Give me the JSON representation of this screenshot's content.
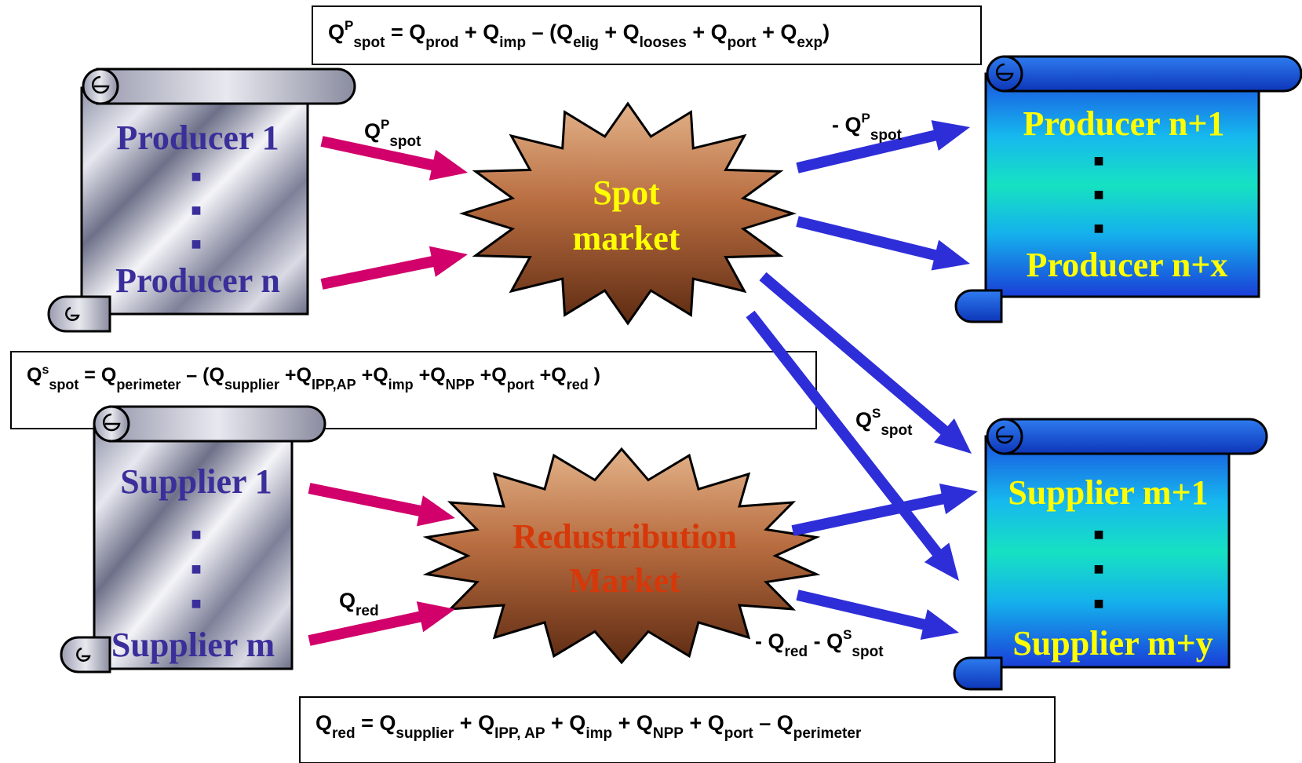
{
  "colors": {
    "push_arrow": "#d1006a",
    "flow_arrow": "#2e2ed8",
    "producer_label": "#3a2f9a",
    "buyer_label": "#ffff00",
    "spot_label": "#ffff00",
    "redist_label": "#d6380a"
  },
  "icons": {
    "scroll": "scroll-shape",
    "burst": "starburst-shape",
    "arrow": "block-arrow"
  },
  "formulas": {
    "top": {
      "lhs": "Q",
      "lhs_sup": "P",
      "lhs_sub": "spot",
      "eq": " = ",
      "t1": "Q",
      "t1_sub": "prod",
      "op1": " + ",
      "t2": "Q",
      "t2_sub": "imp",
      "op2": " – (",
      "t3": "Q",
      "t3_sub": "elig",
      "op3": " + ",
      "t4": "Q",
      "t4_sub": "looses",
      "op4": " + ",
      "t5": "Q",
      "t5_sub": "port",
      "op5": " + ",
      "t6": "Q",
      "t6_sub": "exp",
      "close": ")"
    },
    "middle": {
      "lhs": "Q",
      "lhs_sup": "s",
      "lhs_sub": "spot",
      "eq": " = ",
      "t1": "Q",
      "t1_sub": "perimeter",
      "op1": " – (",
      "t2": "Q",
      "t2_sub": "supplier",
      "op2": " +",
      "t3": "Q",
      "t3_sub": "IPP,AP",
      "op3": " +",
      "t4": "Q",
      "t4_sub": "imp",
      "op4": " +",
      "t5": "Q",
      "t5_sub": "NPP",
      "op5": " +",
      "t6": "Q",
      "t6_sub": "port",
      "op6": " +",
      "t7": "Q",
      "t7_sub": "red",
      "close": " )"
    },
    "bottom": {
      "lhs": "Q",
      "lhs_sub": "red",
      "eq": " = ",
      "t1": "Q",
      "t1_sub": "supplier",
      "op1": " + ",
      "t2": "Q",
      "t2_sub": "IPP, AP",
      "op2": " + ",
      "t3": "Q",
      "t3_sub": "imp",
      "op3": " + ",
      "t4": "Q",
      "t4_sub": "NPP",
      "op4": " + ",
      "t5": "Q",
      "t5_sub": "port",
      "op5": " – ",
      "t6": "Q",
      "t6_sub": "perimeter"
    }
  },
  "scrolls": {
    "producers": {
      "first": "Producer 1",
      "dot": "■",
      "last": "Producer n"
    },
    "suppliers": {
      "first": "Supplier 1",
      "dot": "■",
      "last": "Supplier m"
    },
    "producers_buyers": {
      "first": "Producer n+1",
      "dot": "■",
      "last": "Producer n+x"
    },
    "suppliers_buyers": {
      "first": "Supplier m+1",
      "dot": "■",
      "last": "Supplier  m+y"
    }
  },
  "markets": {
    "spot": {
      "line1": "Spot",
      "line2": "market"
    },
    "redistribution": {
      "line1": "Redustribution",
      "line2": "Market"
    }
  },
  "arrow_labels": {
    "qp_spot": {
      "q": "Q",
      "sup": "P",
      "sub": "spot"
    },
    "neg_qp_spot": {
      "q": "- Q",
      "sup": "P",
      "sub": "spot"
    },
    "qs_spot": {
      "q": "Q",
      "sup": "S",
      "sub": "spot"
    },
    "q_red": {
      "q": "Q",
      "sub": "red"
    },
    "neg_red_spot": {
      "q": "- Q",
      "sub1": "red",
      "mid": " - Q",
      "sup": "S",
      "sub2": "spot"
    }
  }
}
